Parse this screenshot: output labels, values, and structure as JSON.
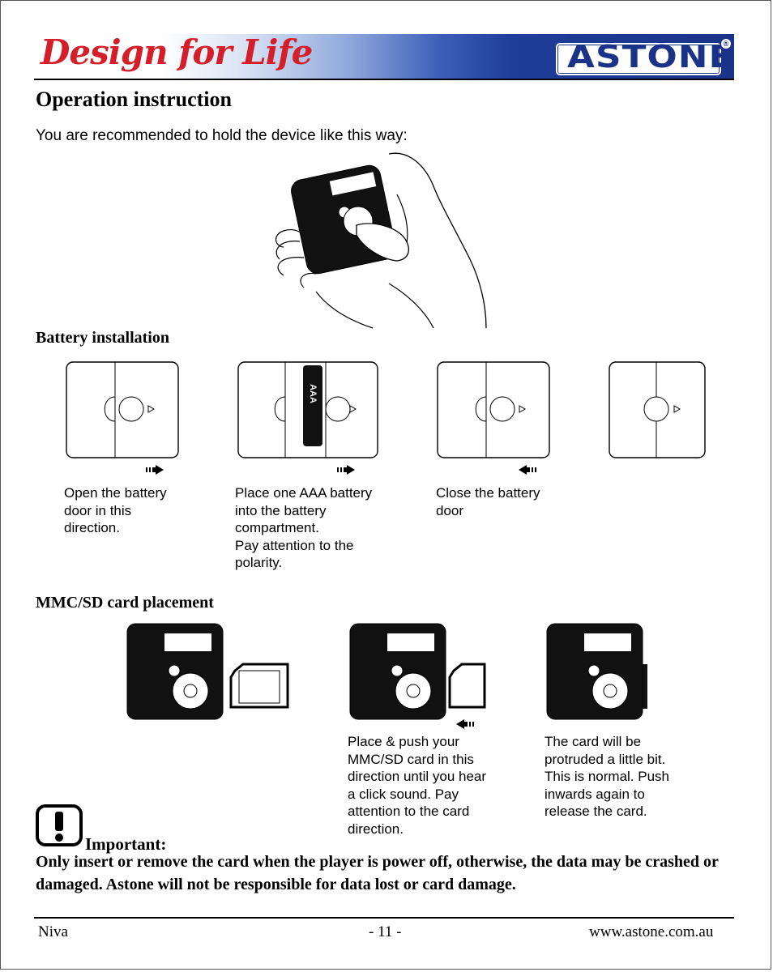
{
  "header": {
    "tagline": "Design for Life",
    "brand": "ASTONE",
    "registered_mark": "®"
  },
  "title": "Operation instruction",
  "intro": "You are recommended to hold the device like this way:",
  "battery": {
    "section_title": "Battery installation",
    "battery_label": "AAA",
    "steps": [
      {
        "caption": "Open the battery\ndoor in this\ndirection."
      },
      {
        "caption": "Place one AAA battery\ninto the battery\ncompartment.\nPay attention to the\npolarity."
      },
      {
        "caption": "Close the battery\ndoor"
      }
    ]
  },
  "card": {
    "section_title": "MMC/SD card placement",
    "steps": [
      {
        "caption": ""
      },
      {
        "caption": "Place & push your\nMMC/SD card in this\ndirection until you hear\na click sound. Pay\nattention to the card\ndirection."
      },
      {
        "caption": "The card will be\nprotruded a little bit.\nThis is normal. Push\ninwards again to\nrelease the card."
      }
    ]
  },
  "important": {
    "label": "Important:",
    "text": "Only insert or remove the card when the player is power off, otherwise, the data may be crashed or damaged.  Astone will not be responsible for data lost or card damage."
  },
  "footer": {
    "left": "Niva",
    "center": "- 11 -",
    "right": "www.astone.com.au"
  }
}
